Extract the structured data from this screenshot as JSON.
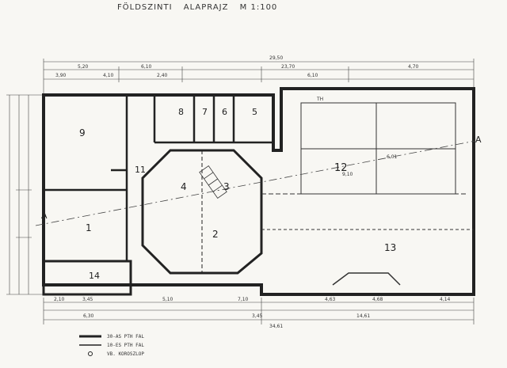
{
  "drawing": {
    "title": "FÖLDSZINTI",
    "subtitle": "ALAPRAJZ",
    "scale": "M 1:100"
  },
  "rooms": {
    "r1": "1",
    "r2": "2",
    "r3": "3",
    "r4": "4",
    "r5": "5",
    "r6": "6",
    "r7": "7",
    "r8": "8",
    "r9": "9",
    "r11": "11",
    "r12": "12",
    "r13": "13",
    "r14": "14"
  },
  "section_marks": {
    "left": "A",
    "right": "A"
  },
  "dimensions": {
    "top_total": "29,50",
    "top_sub": "23,70",
    "top_a": "5,20",
    "top_b": "6,10",
    "top_c": "6,10",
    "top_d": "4,70",
    "top_e": "4,10",
    "top_f": "2,40",
    "top_g": "3,90",
    "bottom_total": "34,61",
    "bottom_a": "2,10",
    "bottom_b": "3,45",
    "bottom_c": "5,10",
    "bottom_d": "7,10",
    "bottom_e": "4,63",
    "bottom_f": "4,68",
    "bottom_g": "4,14",
    "bottom_h": "6,30",
    "bottom_i": "3,45",
    "bottom_j": "14,61",
    "room12_w": "9,10",
    "room12_h": "6,01"
  },
  "legend": {
    "line1": "30-AS PTH FAL",
    "line2": "10-ES PTH FAL",
    "line3": "VB. KOROSZLOP"
  },
  "north_mark": "TH"
}
